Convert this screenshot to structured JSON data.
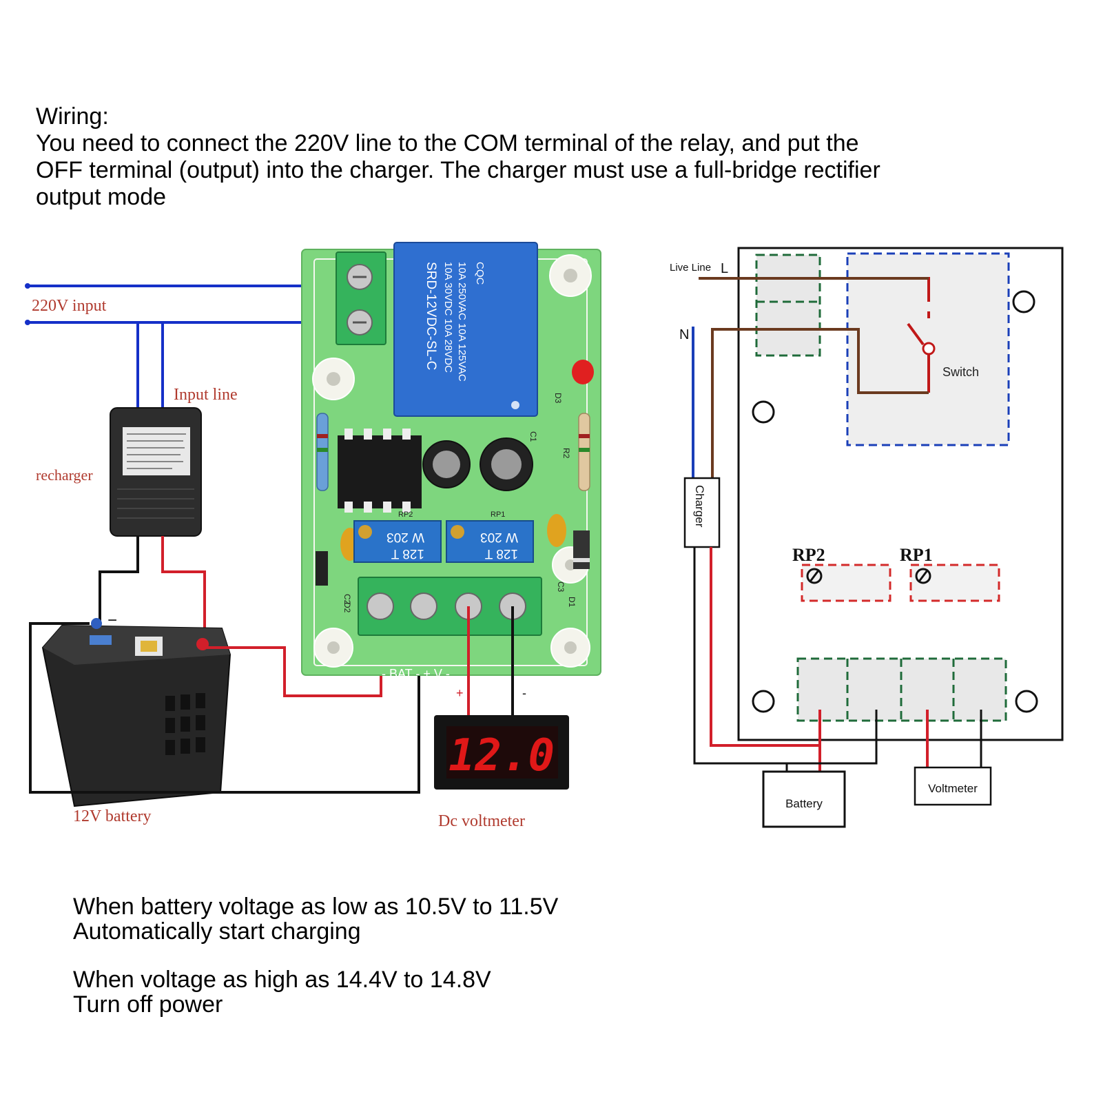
{
  "intro": {
    "heading": "Wiring:",
    "line1": "You need to connect the 220V line to the COM terminal of the relay, and put the",
    "line2": "OFF terminal (output) into the charger. The charger must use a full-bridge rectifier",
    "line3": "output mode"
  },
  "photo_labels": {
    "input_220v": "220V input",
    "input_line": "Input line",
    "recharger": "recharger",
    "battery": "12V battery",
    "voltmeter": "Dc voltmeter",
    "minus": "−",
    "plus": "+",
    "vm_plus": "+",
    "vm_minus": "-",
    "display": "12.0"
  },
  "board": {
    "relay_brand": "CQC",
    "relay_line1": "10A 250VAC  10A 125VAC",
    "relay_line2": "10A 30VDC  10A 28VDC",
    "relay_model": "SRD-12VDC-SL-C",
    "pot_code": "W 203",
    "pot_code2": "128 T",
    "rp2": "RP2",
    "rp1": "RP1",
    "c1": "C1",
    "c2": "C2",
    "c3": "C3",
    "r2": "R2",
    "d1": "D1",
    "d2": "D2",
    "d3": "D3",
    "terminal_label": "- BAT - + V -"
  },
  "schematic": {
    "live_line": "Live Line",
    "live_letter": "L",
    "neutral": "N",
    "switch": "Switch",
    "charger": "Charger",
    "rp2": "RP2",
    "rp1": "RP1",
    "battery": "Battery",
    "voltmeter": "Voltmeter"
  },
  "notes": {
    "line1": "When battery voltage as low as 10.5V to 11.5V",
    "line2": "Automatically start charging",
    "line3": "When voltage as high as 14.4V to 14.8V",
    "line4": "Turn off power"
  },
  "colors": {
    "wire_blue": "#1530c8",
    "wire_red": "#d21f2a",
    "wire_black": "#111111",
    "wire_brown": "#6b3a1f",
    "pcb_green": "#7ed67e",
    "relay_blue": "#2f6fd0",
    "dash_green": "#1f6b3a",
    "dash_blue": "#1a3fb8",
    "dash_red": "#d32a2a",
    "label_red": "#b03a2e"
  }
}
